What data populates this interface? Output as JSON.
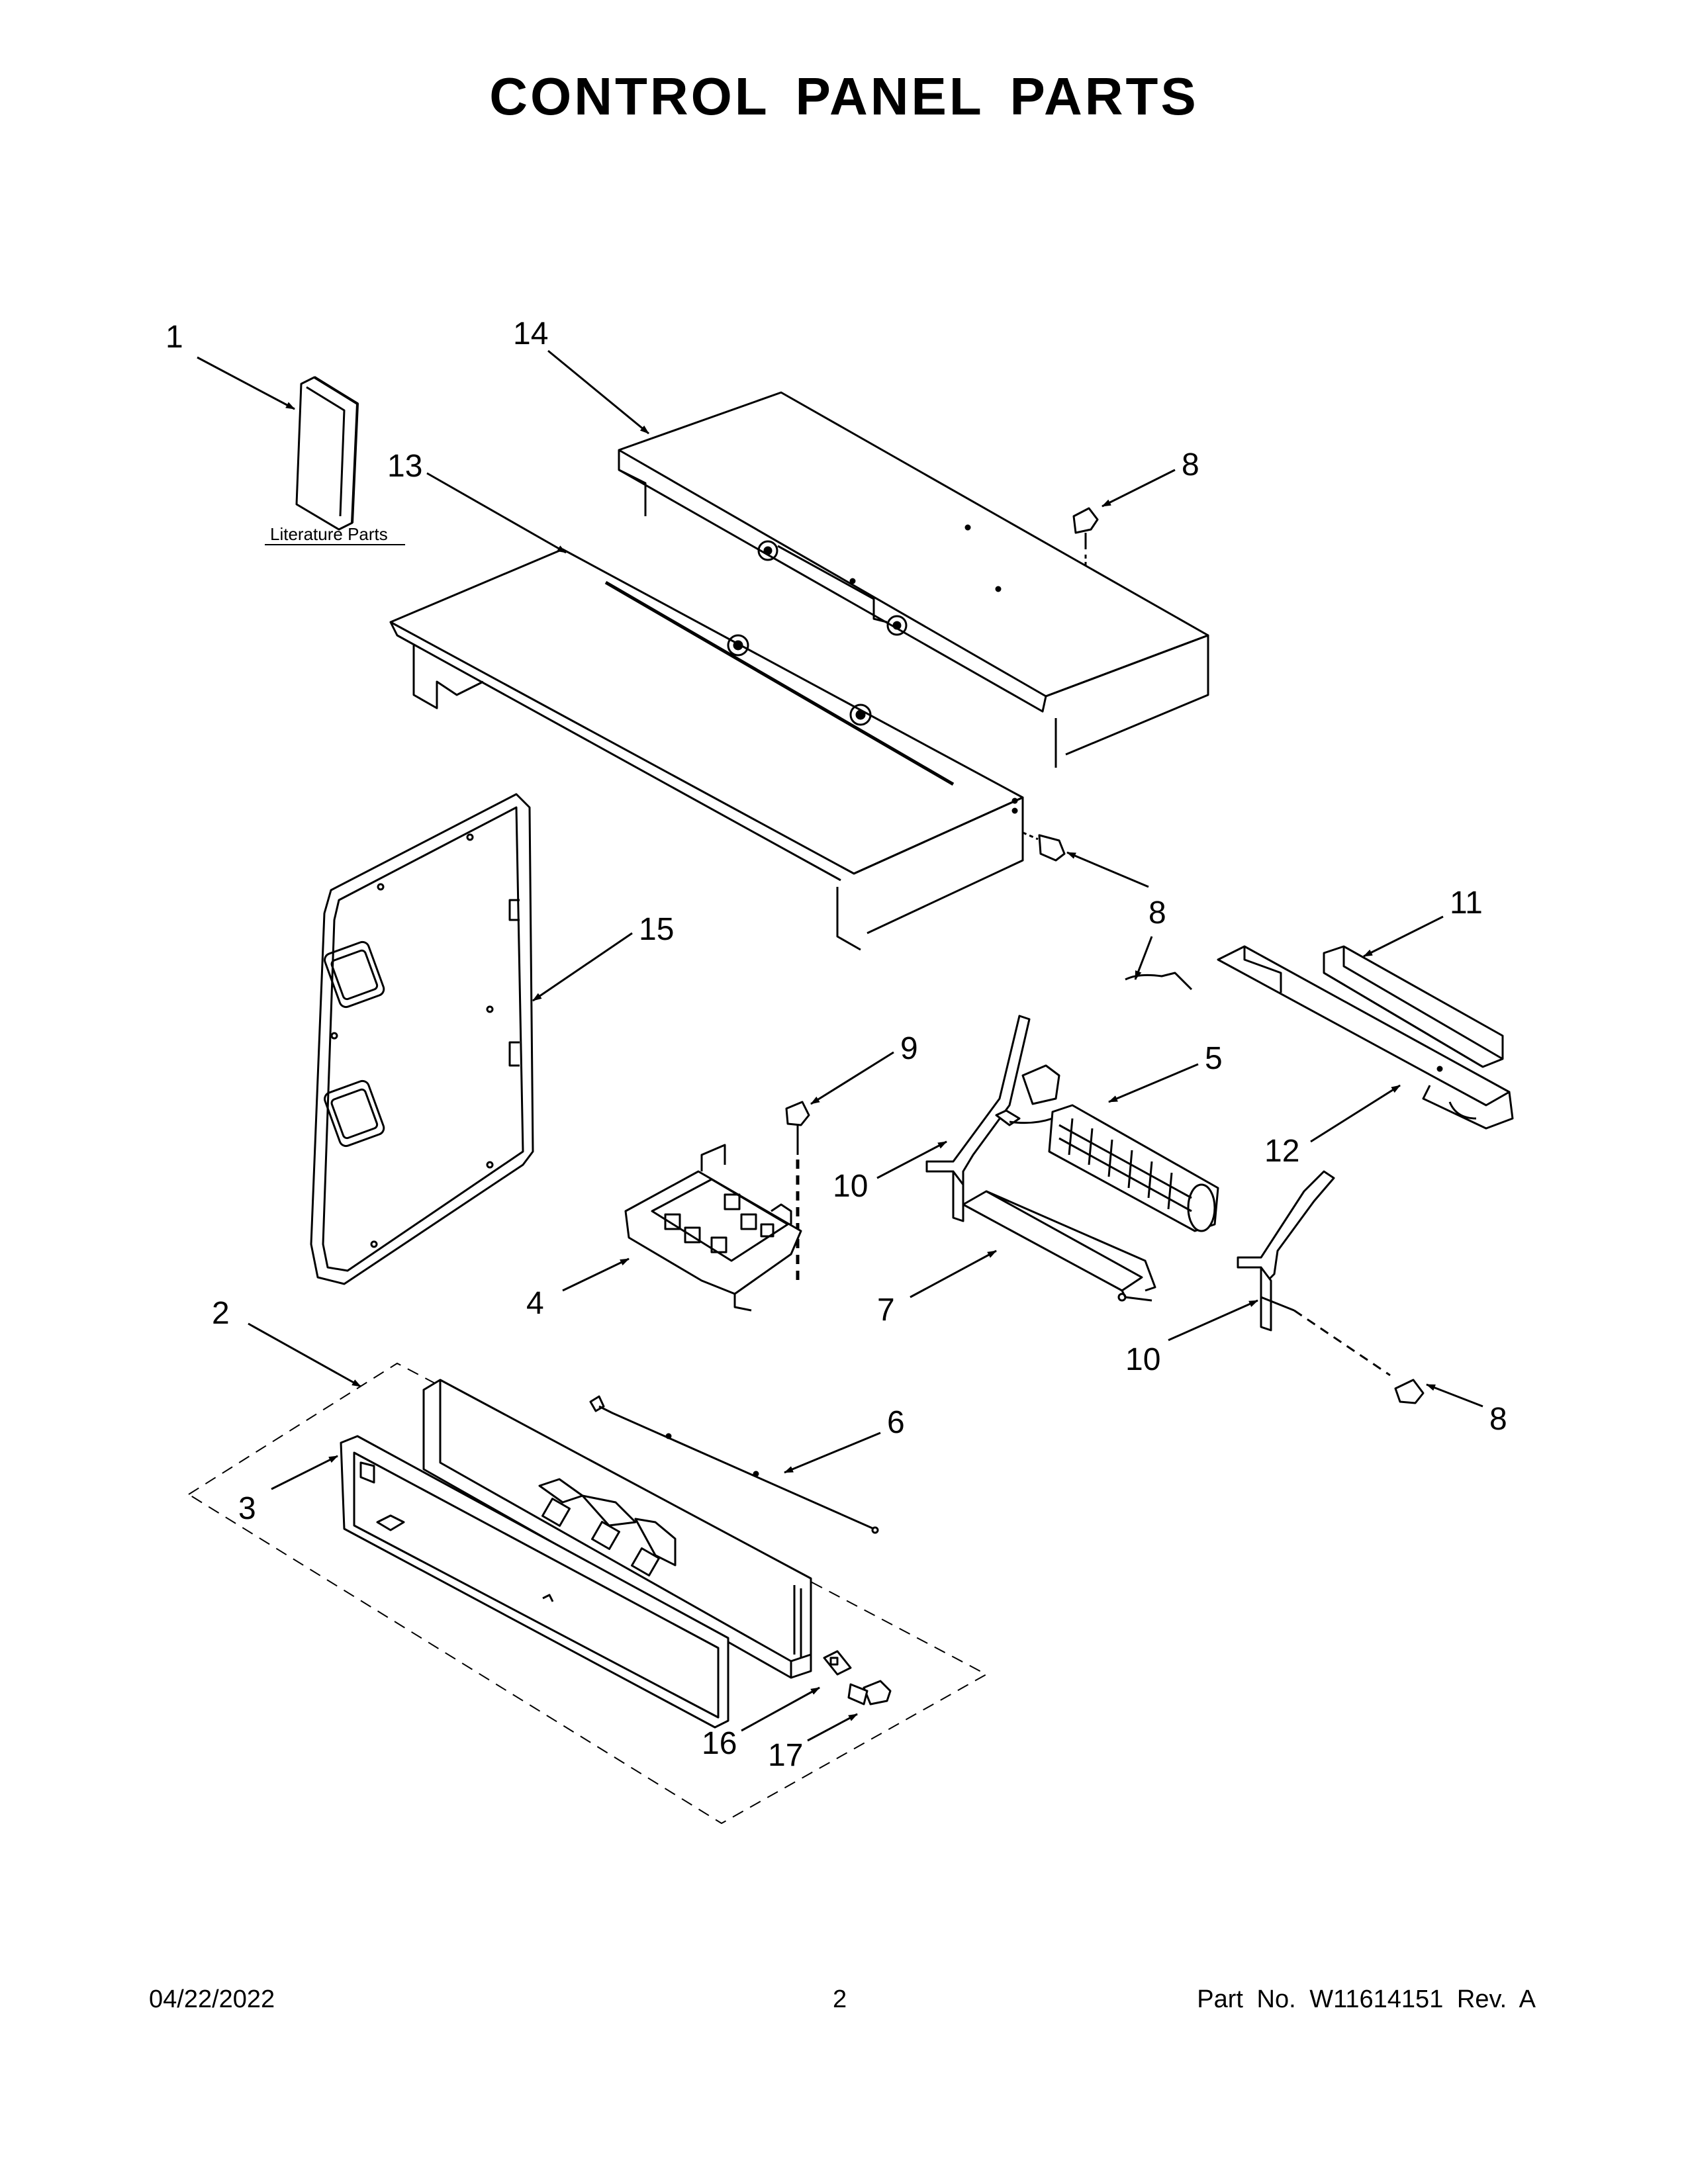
{
  "title": "CONTROL PANEL PARTS",
  "literature_label": "Literature Parts",
  "callouts": {
    "c1": "1",
    "c2": "2",
    "c3": "3",
    "c4": "4",
    "c5": "5",
    "c6": "6",
    "c7": "7",
    "c8a": "8",
    "c8b": "8",
    "c8c": "8",
    "c9": "9",
    "c10a": "10",
    "c10b": "10",
    "c11": "11",
    "c12": "12",
    "c13": "13",
    "c14": "14",
    "c15": "15",
    "c16": "16",
    "c17": "17"
  },
  "footer": {
    "date": "04/22/2022",
    "page": "2",
    "part": "Part No.  W11614151  Rev.  A"
  }
}
